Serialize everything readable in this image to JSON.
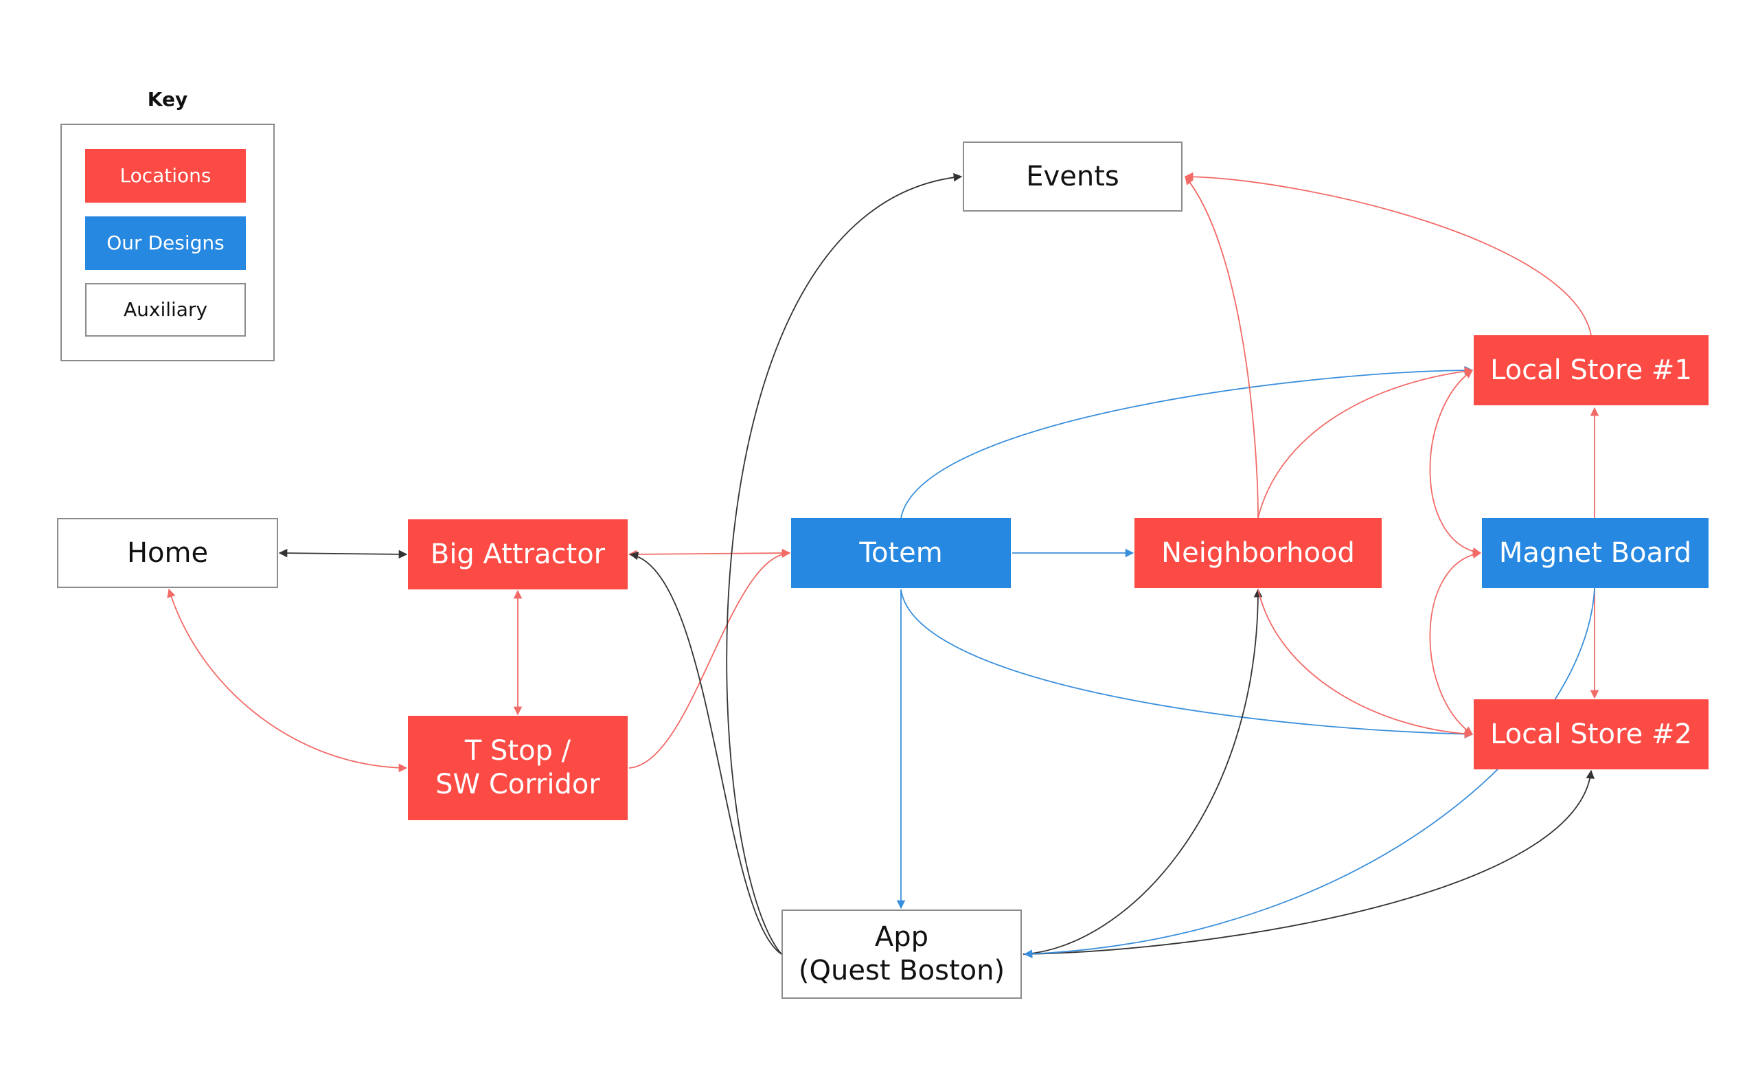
{
  "legend": {
    "title": "Key",
    "items": [
      {
        "label": "Locations",
        "kind": "loc"
      },
      {
        "label": "Our Designs",
        "kind": "des"
      },
      {
        "label": "Auxiliary",
        "kind": "aux"
      }
    ]
  },
  "colors": {
    "locations": "#fc4a44",
    "our_designs": "#2688e0",
    "auxiliary_border": "#8c8c8c",
    "edge_red": "#f26a66",
    "edge_blue": "#3a8fdc",
    "edge_black": "#333333"
  },
  "nodes": {
    "home": {
      "label": "Home",
      "kind": "aux"
    },
    "big_attractor": {
      "label": "Big Attractor",
      "kind": "loc"
    },
    "t_stop": {
      "label": "T Stop /\nSW Corridor",
      "kind": "loc"
    },
    "totem": {
      "label": "Totem",
      "kind": "des"
    },
    "neighborhood": {
      "label": "Neighborhood",
      "kind": "loc"
    },
    "events": {
      "label": "Events",
      "kind": "aux"
    },
    "local_store_1": {
      "label": "Local Store #1",
      "kind": "loc"
    },
    "magnet_board": {
      "label": "Magnet Board",
      "kind": "des"
    },
    "local_store_2": {
      "label": "Local Store #2",
      "kind": "loc"
    },
    "app": {
      "label": "App\n(Quest Boston)",
      "kind": "aux"
    }
  },
  "edges": [
    {
      "from": "home",
      "to": "big_attractor",
      "color": "black",
      "direction": "both"
    },
    {
      "from": "home",
      "to": "t_stop",
      "color": "red",
      "direction": "both"
    },
    {
      "from": "big_attractor",
      "to": "t_stop",
      "color": "red",
      "direction": "both"
    },
    {
      "from": "big_attractor",
      "to": "totem",
      "color": "red",
      "direction": "both"
    },
    {
      "from": "t_stop",
      "to": "totem",
      "color": "red",
      "direction": "forward"
    },
    {
      "from": "totem",
      "to": "neighborhood",
      "color": "blue",
      "direction": "forward"
    },
    {
      "from": "totem",
      "to": "app",
      "color": "blue",
      "direction": "forward"
    },
    {
      "from": "totem",
      "to": "local_store_1",
      "color": "blue",
      "direction": "forward"
    },
    {
      "from": "totem",
      "to": "local_store_2",
      "color": "blue",
      "direction": "forward"
    },
    {
      "from": "app",
      "to": "events",
      "color": "black",
      "direction": "forward"
    },
    {
      "from": "app",
      "to": "big_attractor",
      "color": "black",
      "direction": "forward"
    },
    {
      "from": "app",
      "to": "neighborhood",
      "color": "black",
      "direction": "forward"
    },
    {
      "from": "app",
      "to": "local_store_2",
      "color": "black",
      "direction": "forward"
    },
    {
      "from": "neighborhood",
      "to": "events",
      "color": "red",
      "direction": "forward"
    },
    {
      "from": "neighborhood",
      "to": "local_store_1",
      "color": "red",
      "direction": "forward"
    },
    {
      "from": "neighborhood",
      "to": "local_store_2",
      "color": "red",
      "direction": "forward"
    },
    {
      "from": "local_store_1",
      "to": "events",
      "color": "red",
      "direction": "forward"
    },
    {
      "from": "magnet_board",
      "to": "local_store_1",
      "color": "red",
      "direction": "forward"
    },
    {
      "from": "magnet_board",
      "to": "local_store_2",
      "color": "red",
      "direction": "forward"
    },
    {
      "from": "local_store_1",
      "to": "magnet_board",
      "color": "red",
      "direction": "both"
    },
    {
      "from": "local_store_2",
      "to": "magnet_board",
      "color": "red",
      "direction": "both"
    },
    {
      "from": "magnet_board",
      "to": "app",
      "color": "blue",
      "direction": "forward"
    }
  ]
}
